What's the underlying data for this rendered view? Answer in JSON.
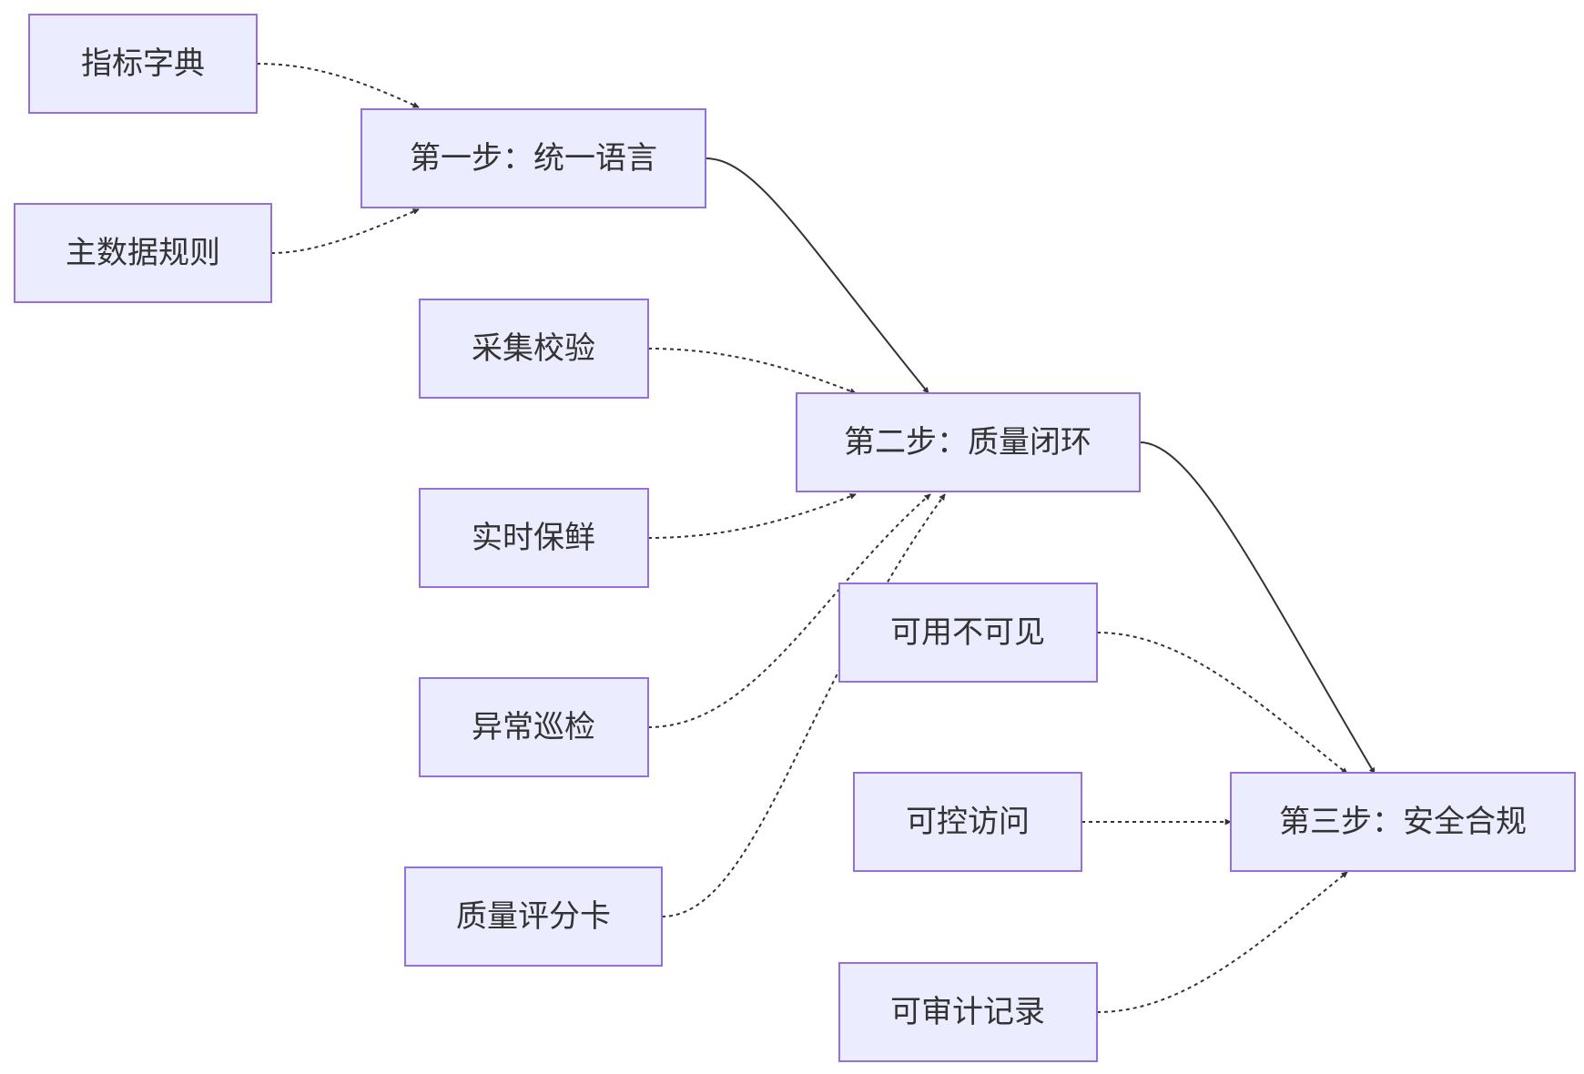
{
  "diagram": {
    "type": "flowchart",
    "colors": {
      "node_fill": "#ECECFF",
      "node_stroke": "#9370DB",
      "edge": "#333333",
      "text": "#333333"
    },
    "nodes": {
      "dict": "指标字典",
      "mdm": "主数据规则",
      "step1": "第一步：统一语言",
      "collect": "采集校验",
      "step2": "第二步：质量闭环",
      "fresh": "实时保鲜",
      "visible": "可用不可见",
      "inspect": "异常巡检",
      "access": "可控访问",
      "step3": "第三步：安全合规",
      "score": "质量评分卡",
      "audit": "可审计记录"
    },
    "edges": [
      {
        "from": "dict",
        "to": "step1",
        "style": "dotted"
      },
      {
        "from": "mdm",
        "to": "step1",
        "style": "dotted"
      },
      {
        "from": "step1",
        "to": "step2",
        "style": "solid"
      },
      {
        "from": "collect",
        "to": "step2",
        "style": "dotted"
      },
      {
        "from": "fresh",
        "to": "step2",
        "style": "dotted"
      },
      {
        "from": "inspect",
        "to": "step2",
        "style": "dotted"
      },
      {
        "from": "score",
        "to": "step2",
        "style": "dotted"
      },
      {
        "from": "step2",
        "to": "step3",
        "style": "solid"
      },
      {
        "from": "visible",
        "to": "step3",
        "style": "dotted"
      },
      {
        "from": "access",
        "to": "step3",
        "style": "dotted"
      },
      {
        "from": "audit",
        "to": "step3",
        "style": "dotted"
      }
    ]
  }
}
